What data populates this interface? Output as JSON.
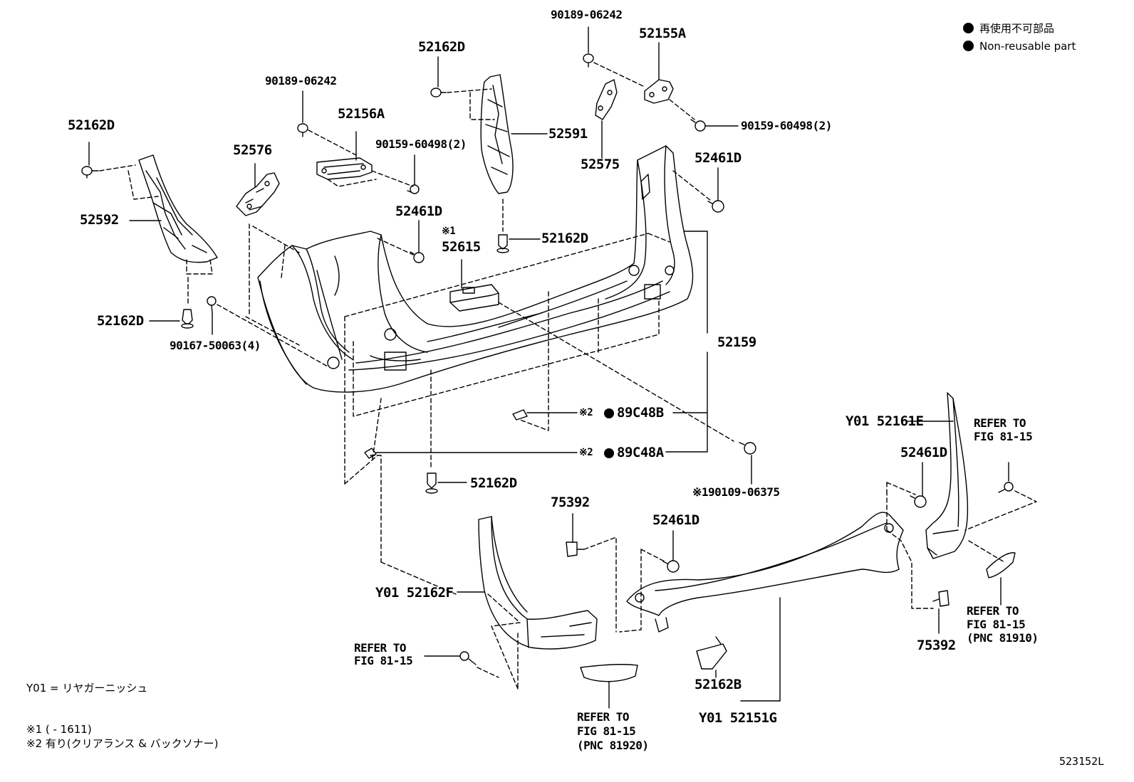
{
  "legend": {
    "item_jp": "再使用不可部品",
    "item_en": "Non-reusable part",
    "marker_color": "#000000"
  },
  "labels": {
    "p52162D_a": "52162D",
    "p52592": "52592",
    "p52162D_b": "52162D",
    "p90167": "90167-50063(4)",
    "p90189_a": "90189-06242",
    "p52576": "52576",
    "p52156A": "52156A",
    "p90159_a": "90159-60498(2)",
    "p52162D_c": "52162D",
    "p52591": "52591",
    "p52461D_a": "52461D",
    "p52615_note": "※1",
    "p52615": "52615",
    "p52162D_d": "52162D",
    "p90189_b": "90189-06242",
    "p52155A": "52155A",
    "p90159_b": "90159-60498(2)",
    "p52575": "52575",
    "p52461D_b": "52461D",
    "p52159": "52159",
    "p89C48B_note": "※2",
    "p89C48B": "89C48B",
    "p89C48A_note": "※2",
    "p89C48A": "89C48A",
    "p90109": "※190109-06375",
    "p52162D_e": "52162D",
    "p75392_a": "75392",
    "p52461D_c": "52461D",
    "p52162F": "Y01 52162F",
    "p52161E": "Y01 52161E",
    "p52461D_d": "52461D",
    "p75392_b": "75392",
    "p52162B": "52162B",
    "p52151G": "Y01 52151G",
    "refer_l1": "REFER TO",
    "refer_l2": "FIG 81-15",
    "refer_c1": "REFER TO",
    "refer_c2": "FIG 81-15",
    "refer_c3": "(PNC 81920)",
    "refer_r1": "REFER TO",
    "refer_r2": "FIG 81-15",
    "refer_rr1": "REFER TO",
    "refer_rr2": "FIG 81-15",
    "refer_rr3": "(PNC 81910)"
  },
  "footnotes": {
    "y01": "Y01 = リヤガーニッシュ",
    "note1": "※1 (      - 1611)",
    "note2": "※2 有り(クリアランス & バックソナー)"
  },
  "illustration_id": "523152L"
}
